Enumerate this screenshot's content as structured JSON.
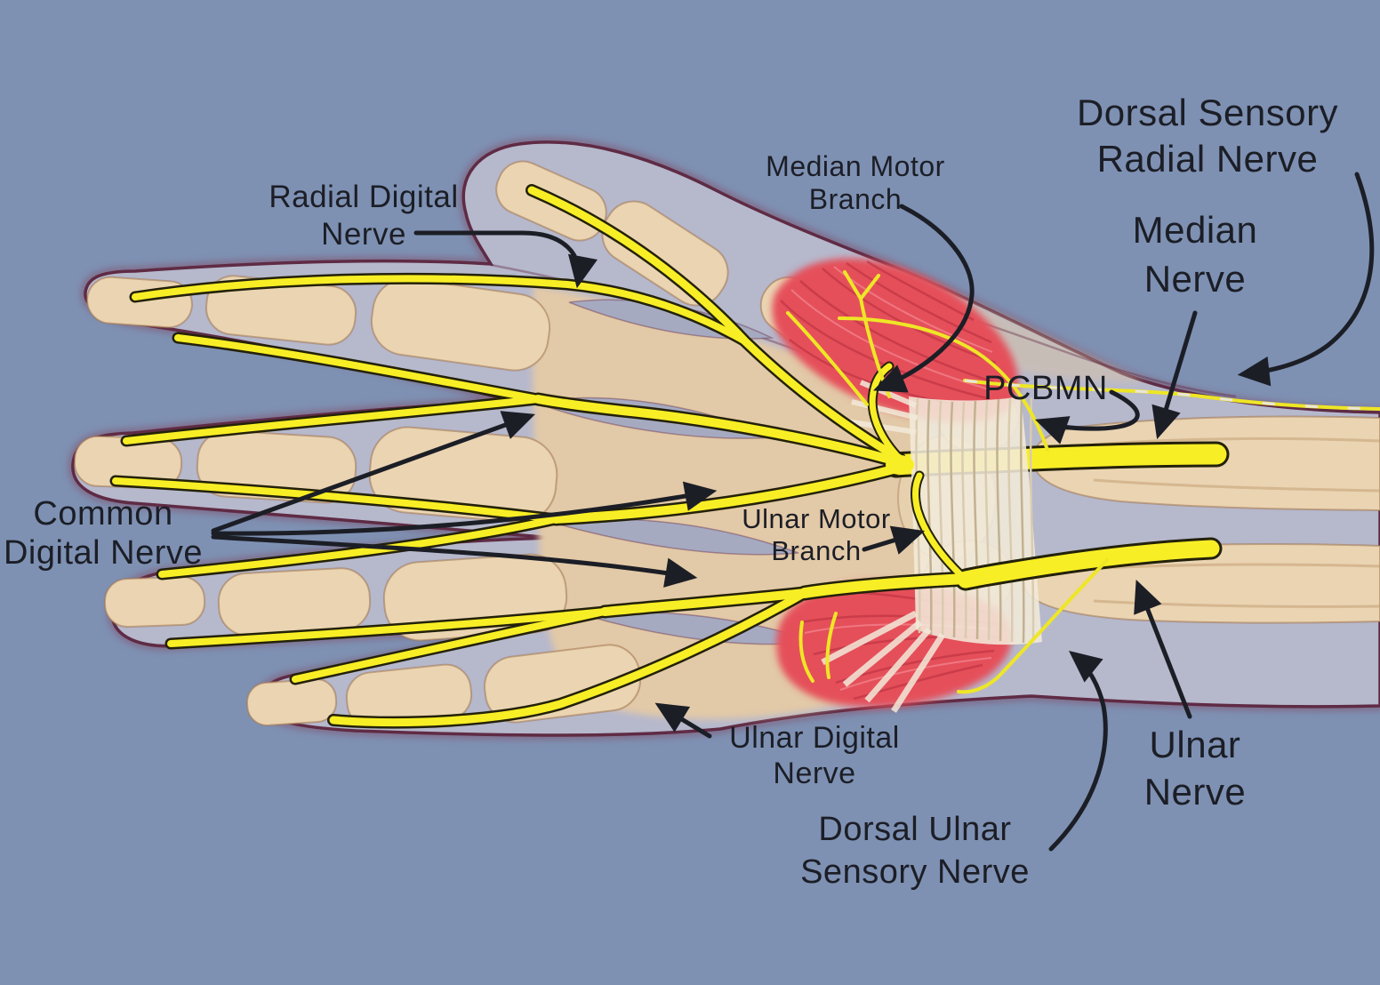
{
  "diagram": {
    "labels": {
      "radial_digital": {
        "line1": "Radial Digital",
        "line2": "Nerve"
      },
      "median_motor": {
        "line1": "Median Motor",
        "line2": "Branch"
      },
      "dorsal_sensory_radial": {
        "line1": "Dorsal Sensory",
        "line2": "Radial Nerve"
      },
      "median_nerve": {
        "line1": "Median",
        "line2": "Nerve"
      },
      "pcbmn": {
        "line1": "PCBMN"
      },
      "common_digital": {
        "line1": "Common",
        "line2": "Digital Nerve"
      },
      "ulnar_motor": {
        "line1": "Ulnar Motor",
        "line2": "Branch"
      },
      "ulnar_digital": {
        "line1": "Ulnar Digital",
        "line2": "Nerve"
      },
      "dorsal_ulnar_sensory": {
        "line1": "Dorsal Ulnar",
        "line2": "Sensory Nerve"
      },
      "ulnar_nerve": {
        "line1": "Ulnar",
        "line2": "Nerve"
      }
    },
    "colors": {
      "background": "#7e91b3",
      "skin_silhouette": "#b6b8cc",
      "outline": "#5f2b44",
      "bone": "#ead4b2",
      "palm": "#e2c9a7",
      "nerve_yellow": "#f8ee25",
      "muscle_red": "#e5505a",
      "retinaculum": "#f2ead9",
      "annotation_black": "#1c1e26"
    }
  }
}
